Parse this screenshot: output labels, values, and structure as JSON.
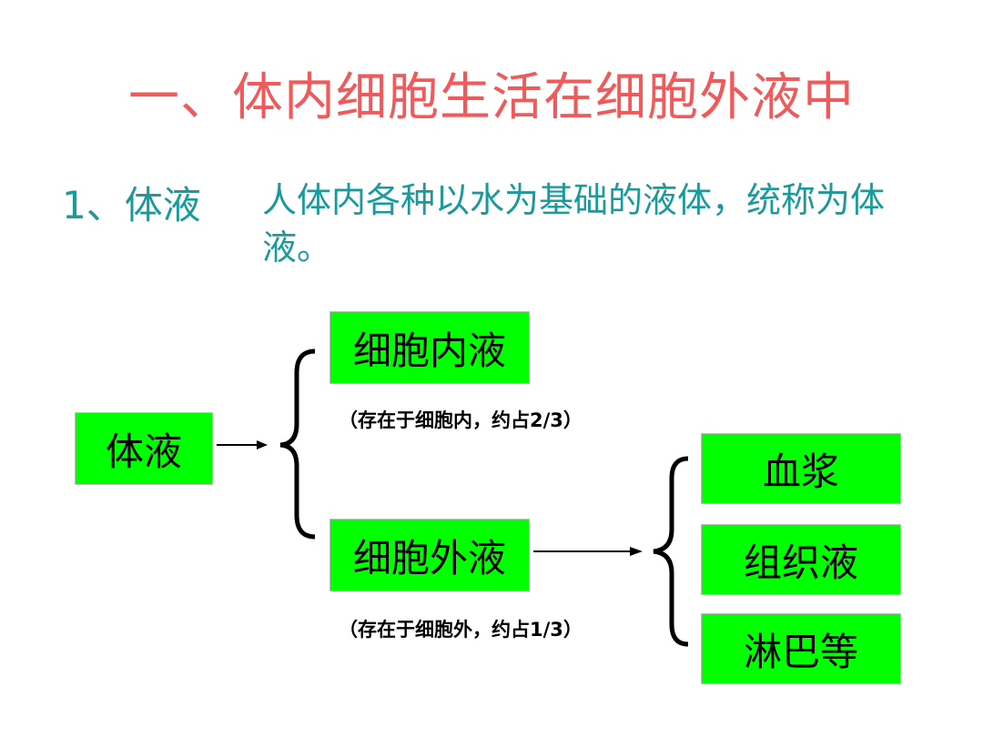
{
  "slide": {
    "title": "一、体内细胞生活在细胞外液中",
    "definition": {
      "term": "1、体液",
      "text": "人体内各种以水为基础的液体，统称为体液。"
    },
    "diagram": {
      "root": "体液",
      "intracellular": {
        "label": "细胞内液",
        "note": "（存在于细胞内，约占2/3）"
      },
      "extracellular": {
        "label": "细胞外液",
        "note": "（存在于细胞外，约占1/3）"
      },
      "extracellular_parts": [
        "血浆",
        "组织液",
        "淋巴等"
      ]
    },
    "colors": {
      "title": "#f05a5a",
      "definition": "#1a9a9a",
      "box": "#00ff00"
    }
  }
}
